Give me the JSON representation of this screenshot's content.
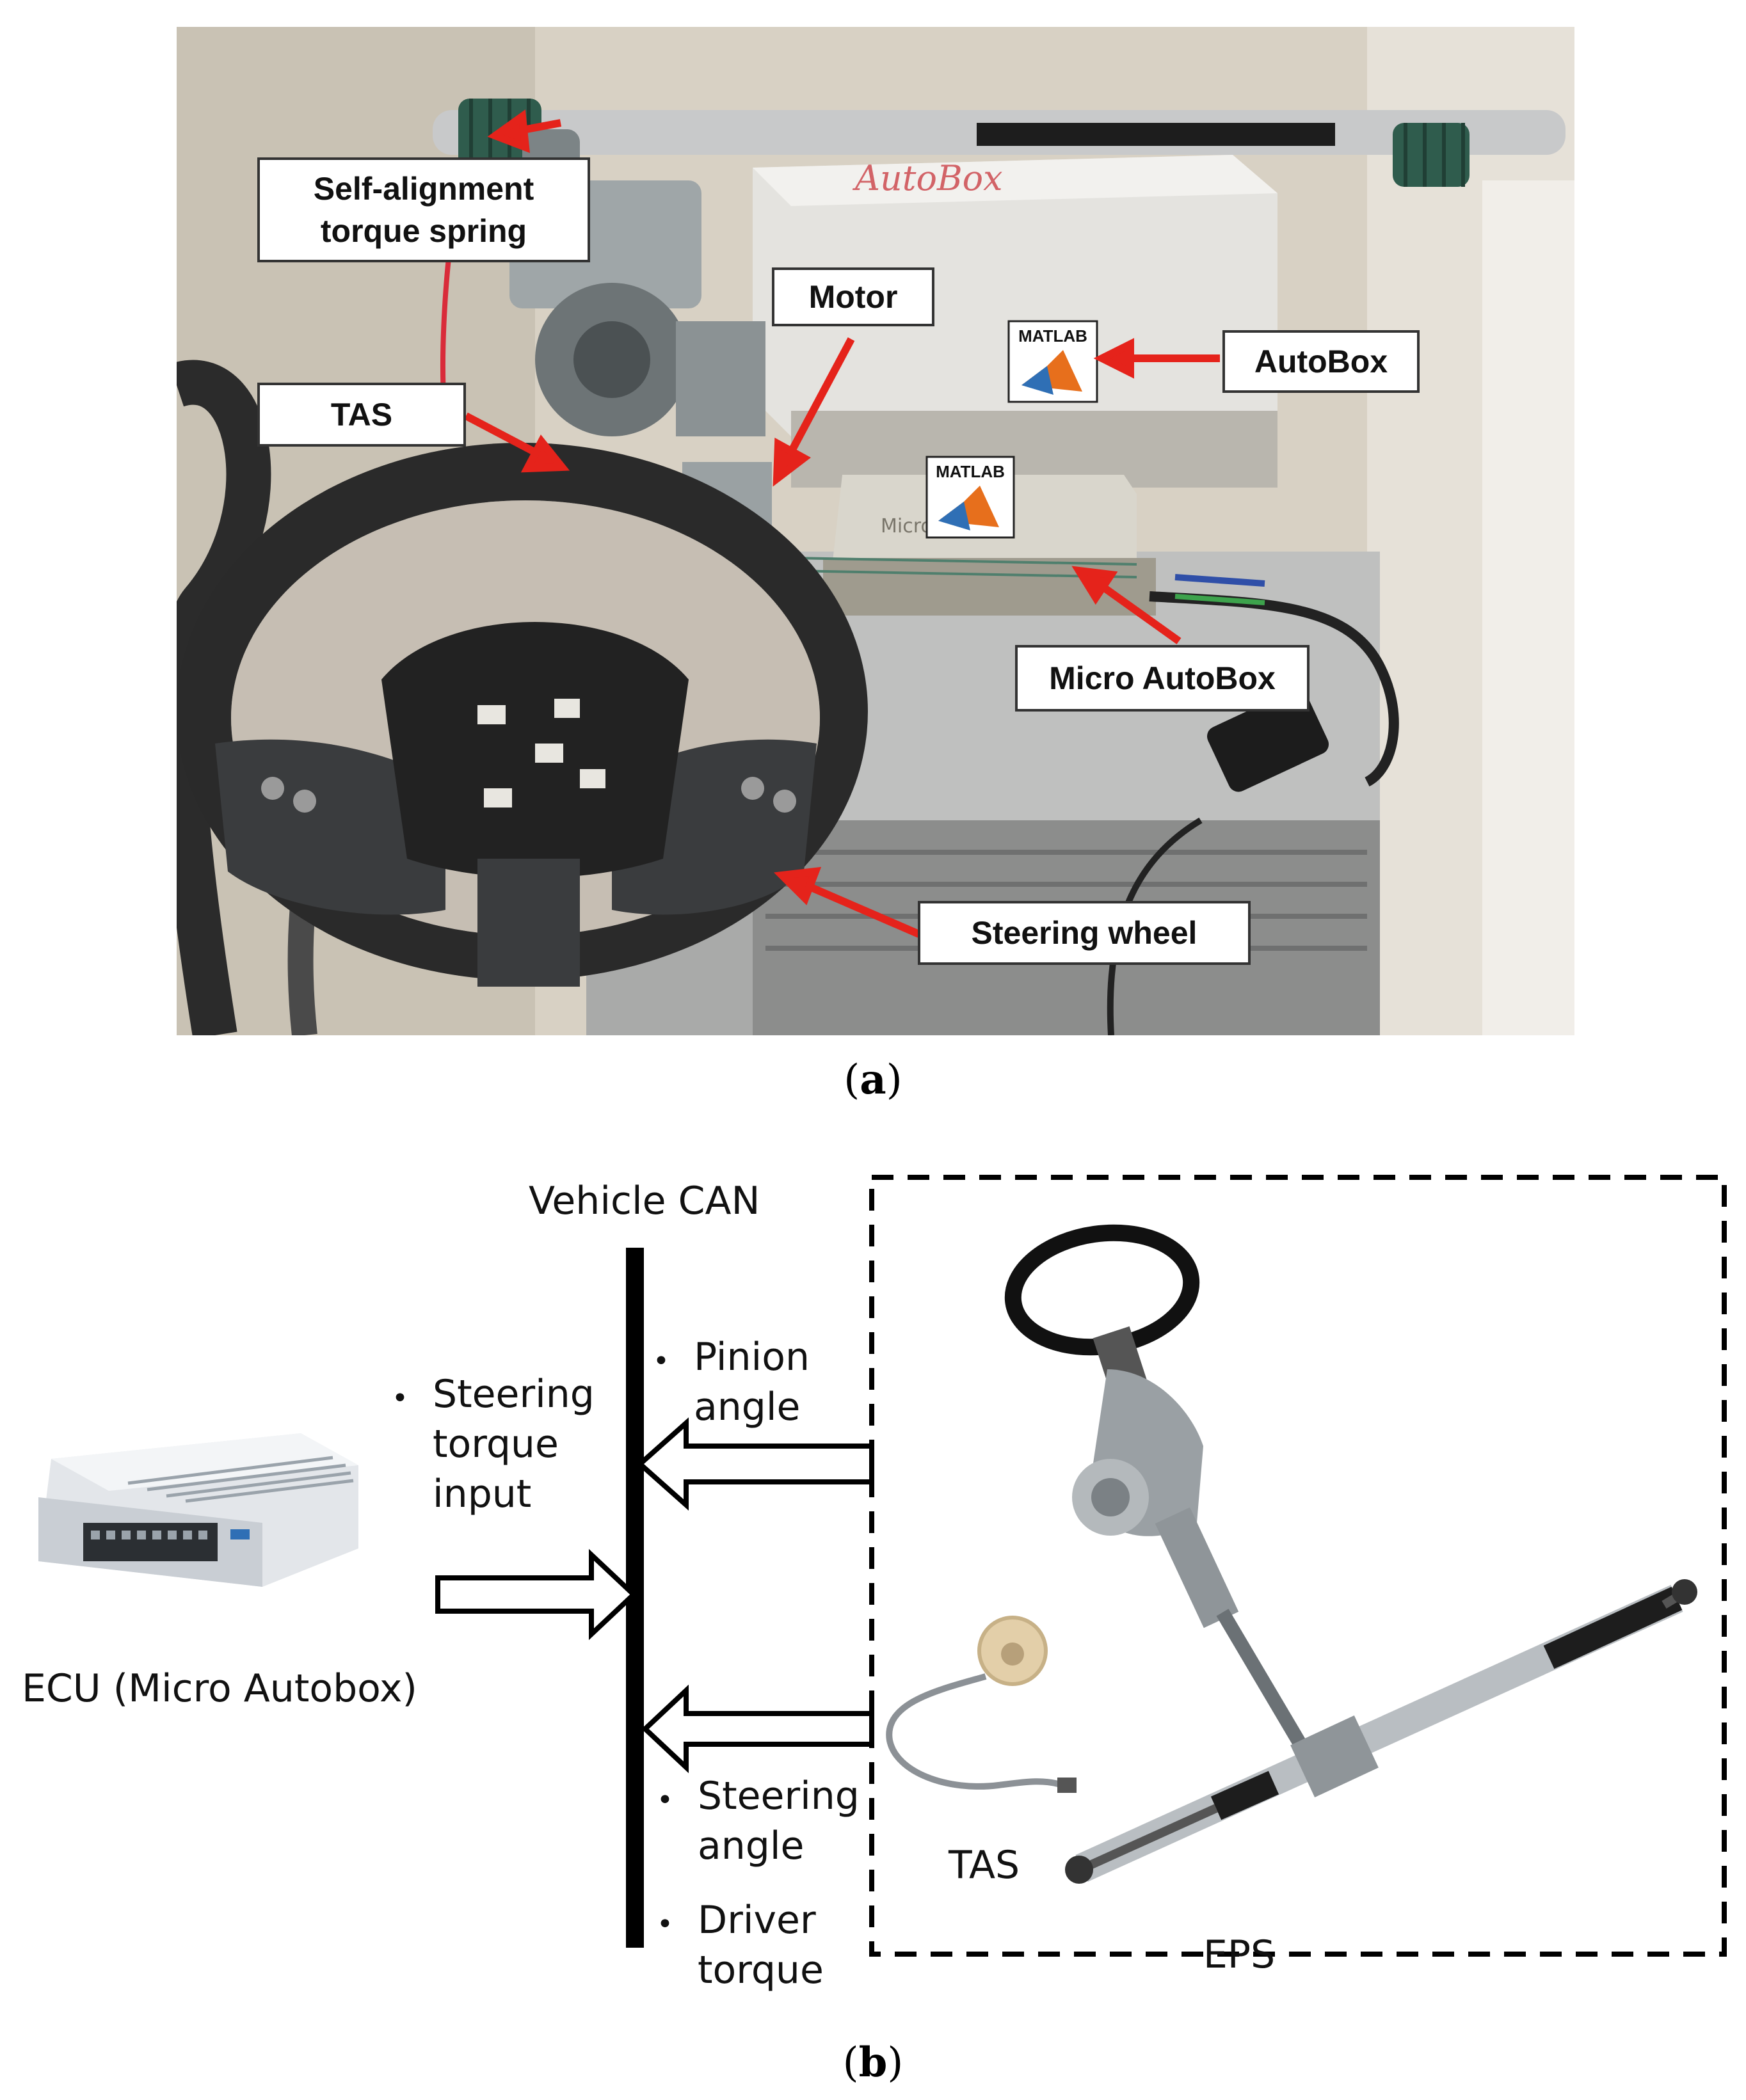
{
  "panel_a": {
    "label_open": "(",
    "label_letter": "a",
    "label_close": ")",
    "callouts": {
      "spring": "Self-alignment\ntorque spring",
      "motor": "Motor",
      "tas": "TAS",
      "autobox": "AutoBox",
      "micro_autobox": "Micro AutoBox",
      "steering_wheel": "Steering wheel"
    },
    "matlab_logo_text": "MATLAB",
    "autobox_print": "AutoBox",
    "micro_print": "MicroAutoBox"
  },
  "panel_b": {
    "label_open": "(",
    "label_letter": "b",
    "label_close": ")",
    "bus_label": "Vehicle CAN",
    "ecu_label": "ECU (Micro Autobox)",
    "input_lines": [
      "Steering",
      "torque",
      "input"
    ],
    "pinion_lines": [
      "Pinion",
      "angle"
    ],
    "steering_angle_lines": [
      "Steering",
      "angle"
    ],
    "driver_torque_lines": [
      "Driver",
      "torque"
    ],
    "tas_label": "TAS",
    "eps_label": "EPS",
    "bullet": "•"
  },
  "colors": {
    "arrow_red": "#e5231b",
    "callout_border": "#333333",
    "bus_black": "#000000"
  }
}
